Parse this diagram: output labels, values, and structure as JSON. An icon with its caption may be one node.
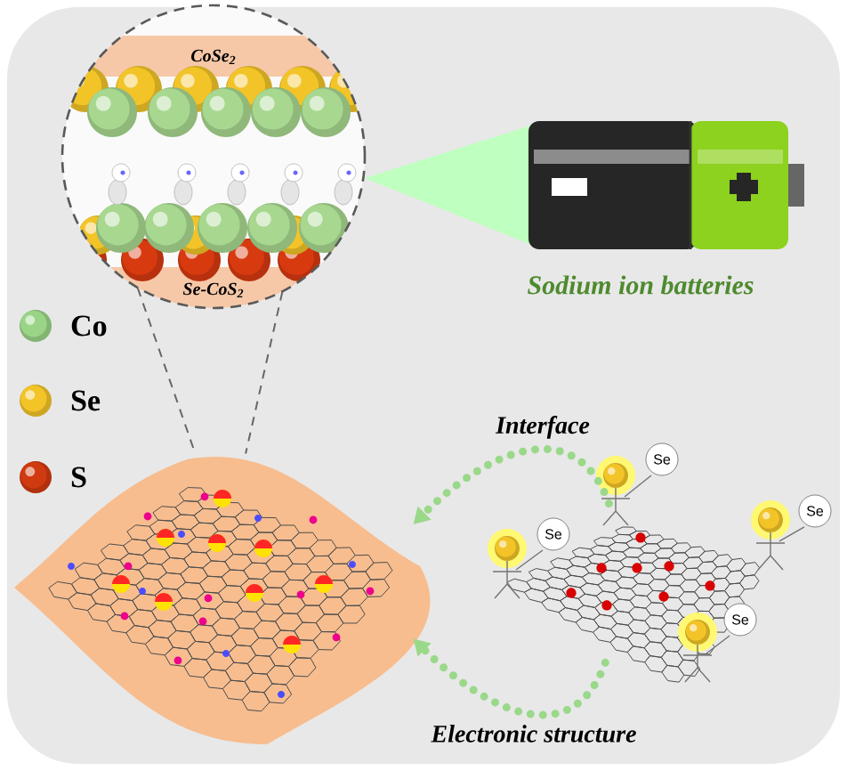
{
  "diagram": {
    "nodes": [
      {
        "text": [],
        "shape": "picture"
      },
      {
        "text": [],
        "shape": "picture"
      },
      {
        "text": [],
        "shape": "picture"
      }
    ],
    "edges": [
      {
        "from": 0,
        "to": 1,
        "arrow": "none",
        "style": "dashed",
        "color": "#666666"
      },
      {
        "from": 0,
        "to": 1,
        "arrow": "none",
        "style": "dashed",
        "color": "#666666"
      },
      {
        "from": 2,
        "to": 1,
        "arrow": "to",
        "label": "Interface",
        "style": "dashed",
        "color": "#9ad88a"
      },
      {
        "from": 2,
        "to": 1,
        "arrow": "to",
        "label": "Electronic structure",
        "style": "dashed",
        "color": "#9ad88a"
      }
    ],
    "labels": [
      "CoSe$_{2}$",
      "Se-CoS$_{2}$",
      "Sodium ion batteries",
      "Se",
      "Se",
      "Se",
      "Se"
    ],
    "legend": [
      {
        "text": "Co",
        "color": "#9ad486"
      },
      {
        "text": "Se",
        "color": "#f2c428"
      },
      {
        "text": "S",
        "color": "#d03a10"
      }
    ]
  }
}
